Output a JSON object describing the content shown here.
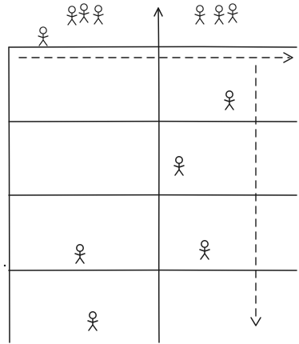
{
  "diagram": {
    "kind": "hand-drawn sketch",
    "ink_color": "#1a1a1a",
    "paper_color": "#ffffff",
    "rows": 4,
    "columns": 2,
    "figure_groups": [
      {
        "name": "group-top-left",
        "figures": 3
      },
      {
        "name": "group-top-right",
        "figures": 3
      }
    ],
    "arrows": [
      {
        "name": "vertical-axis-arrow",
        "direction": "up",
        "style": "solid"
      },
      {
        "name": "horizontal-dashed-arrow",
        "direction": "right",
        "style": "dashed"
      },
      {
        "name": "vertical-dashed-arrow",
        "direction": "down",
        "style": "dashed"
      }
    ]
  }
}
